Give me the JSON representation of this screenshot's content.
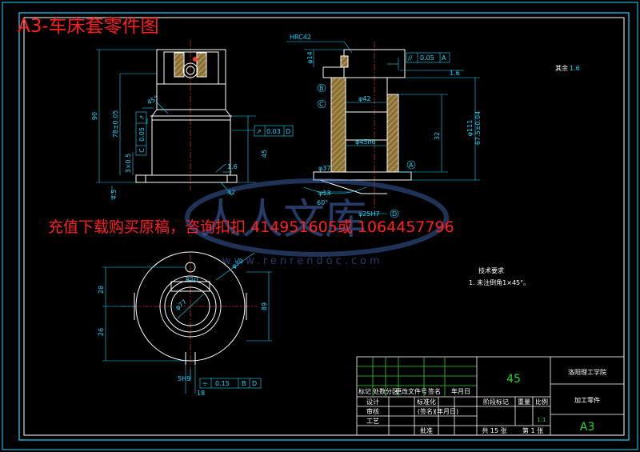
{
  "title": "A3-车床套零件图",
  "promo": "充值下载购买原稿，咨询扣扣 414951605或 1064457796",
  "watermark": {
    "cn": "人人文库",
    "url": "www.renrendoc.com"
  },
  "front_view": {
    "dims": [
      "90",
      "78±0.05",
      "3×0.5",
      "45",
      "4.5",
      "45°",
      "42"
    ],
    "tol_box_runout": [
      "↗",
      "0.05",
      "C"
    ],
    "tol_box_circ": [
      "↗",
      "0.03",
      "D"
    ],
    "roughness": "1.6"
  },
  "section_view": {
    "hardness": "HRC42",
    "dims": [
      "φ14",
      "φ42",
      "φ45h6",
      "φ37",
      "φ13",
      "60°",
      "φ25H7",
      "φ111",
      "67.5±0.04",
      "32"
    ],
    "datum_b": "B",
    "datum_c": "C",
    "datum_a": "A",
    "datum_d": "D",
    "tol_box_par": [
      "//",
      "0.05",
      "A"
    ],
    "roughness": "1.6",
    "roughness_rest": "其余"
  },
  "top_view": {
    "dims": [
      "28",
      "26",
      "89",
      "R10",
      "φ70",
      "φ77",
      "5H9",
      "18"
    ],
    "tol_box_sym": [
      "⌯",
      "0.15",
      "B",
      "D"
    ]
  },
  "tech": {
    "heading": "技术要求",
    "item1": "1. 未注倒角1×45°。"
  },
  "title_block": {
    "material": "45",
    "school": "洛阳理工学院",
    "part": "加工零件",
    "size": "A3",
    "scale": "1:1",
    "stage_label": "阶段标记",
    "weight_label": "重量",
    "scale_label": "比例",
    "sheets": "共 15 张",
    "sheet": "第 1 张",
    "row_labels": [
      "标记",
      "处数",
      "分区",
      "更改文件号",
      "签名",
      "年月日"
    ],
    "design": "设计",
    "check": "审核",
    "process": "工艺",
    "standard": "标准化",
    "sign_note": "(签名)",
    "date_note": "(年月日)",
    "approve": "批准"
  }
}
